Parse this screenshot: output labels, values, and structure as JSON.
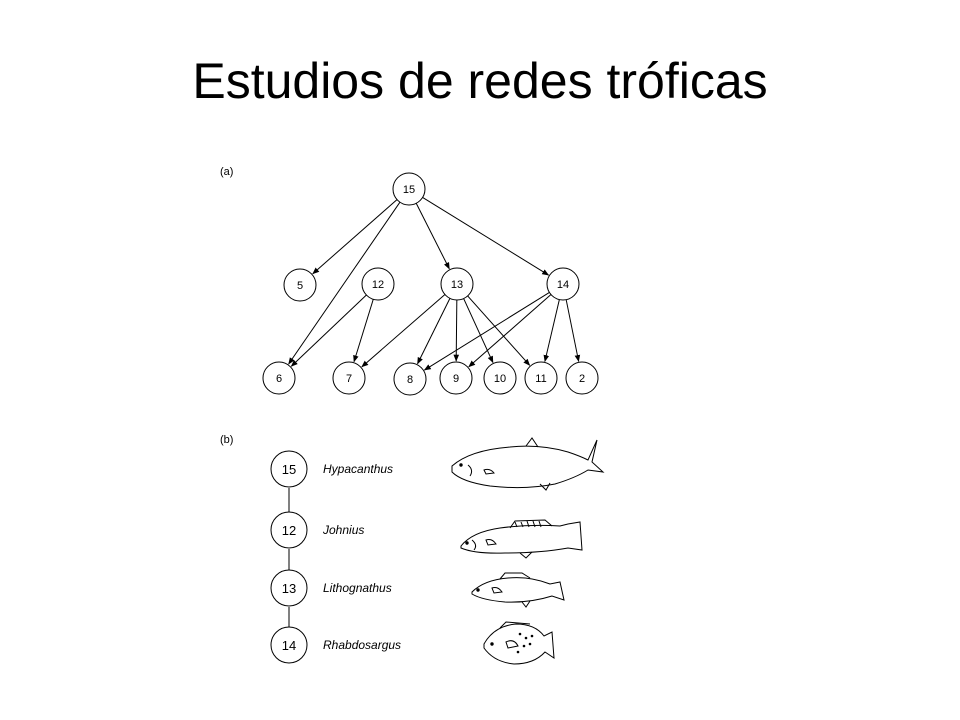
{
  "slide": {
    "title": "Estudios de redes tróficas"
  },
  "panel_a": {
    "label": "(a)",
    "nodes": [
      {
        "id": "n15",
        "label": "15"
      },
      {
        "id": "n5",
        "label": "5"
      },
      {
        "id": "n12",
        "label": "12"
      },
      {
        "id": "n13",
        "label": "13"
      },
      {
        "id": "n14",
        "label": "14"
      },
      {
        "id": "n6",
        "label": "6"
      },
      {
        "id": "n7",
        "label": "7"
      },
      {
        "id": "n8",
        "label": "8"
      },
      {
        "id": "n9",
        "label": "9"
      },
      {
        "id": "n10",
        "label": "10"
      },
      {
        "id": "n11",
        "label": "11"
      },
      {
        "id": "n2",
        "label": "2"
      }
    ],
    "edges": [
      [
        "n15",
        "n5"
      ],
      [
        "n15",
        "n6"
      ],
      [
        "n15",
        "n13"
      ],
      [
        "n15",
        "n14"
      ],
      [
        "n12",
        "n6"
      ],
      [
        "n12",
        "n7"
      ],
      [
        "n13",
        "n7"
      ],
      [
        "n13",
        "n8"
      ],
      [
        "n13",
        "n9"
      ],
      [
        "n13",
        "n10"
      ],
      [
        "n13",
        "n11"
      ],
      [
        "n14",
        "n8"
      ],
      [
        "n14",
        "n9"
      ],
      [
        "n14",
        "n11"
      ],
      [
        "n14",
        "n2"
      ]
    ]
  },
  "panel_b": {
    "label": "(b)",
    "chain": [
      {
        "number": "15",
        "genus": "Hypacanthus"
      },
      {
        "number": "12",
        "genus": "Johnius"
      },
      {
        "number": "13",
        "genus": "Lithognathus"
      },
      {
        "number": "14",
        "genus": "Rhabdosargus"
      }
    ],
    "icons": [
      "fish-hypacanthus-icon",
      "fish-johnius-icon",
      "fish-lithognathus-icon",
      "fish-rhabdosargus-icon"
    ]
  }
}
